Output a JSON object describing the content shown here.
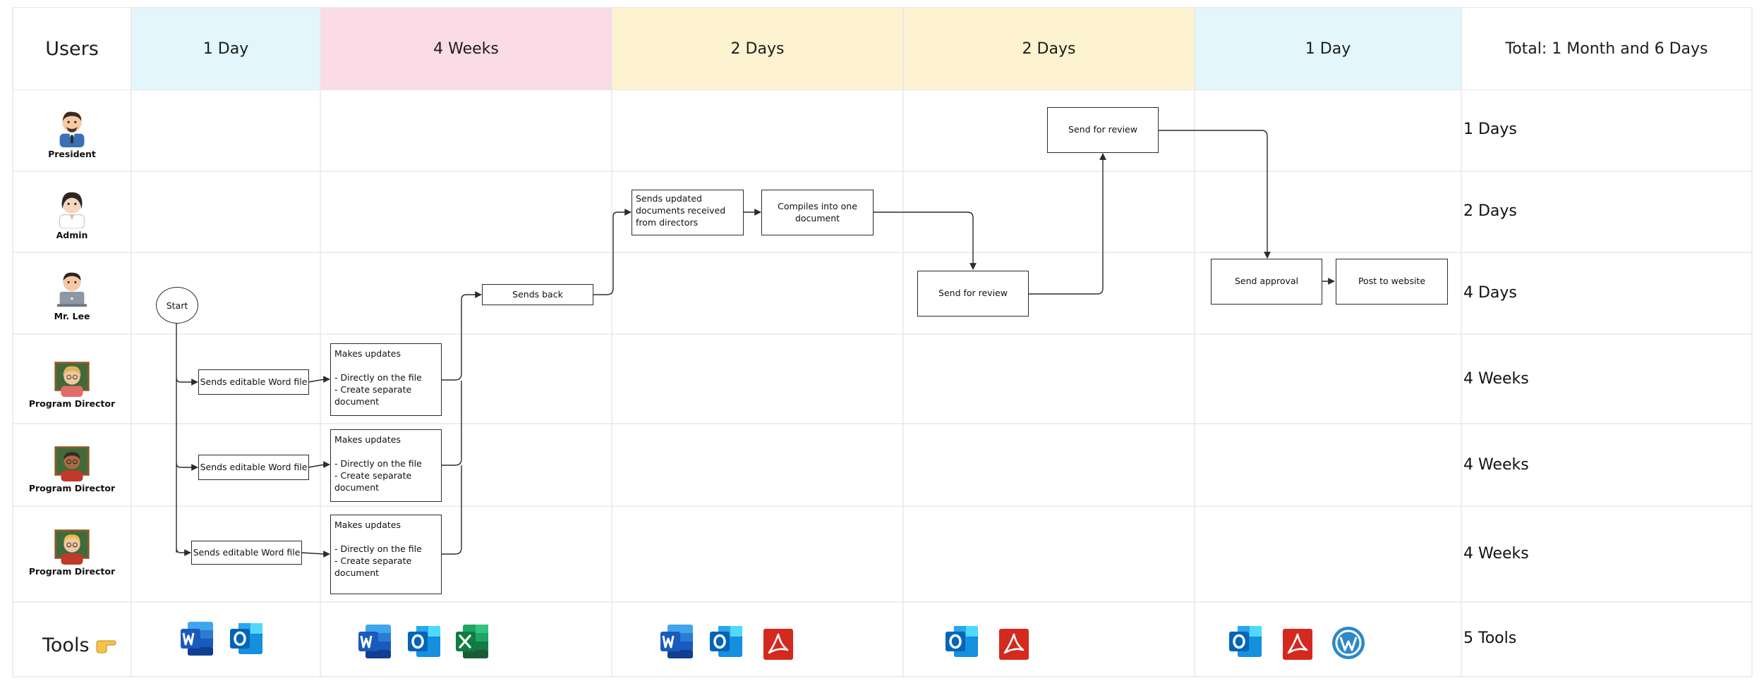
{
  "header": {
    "users": "Users",
    "phases": [
      "1 Day",
      "4 Weeks",
      "2 Days",
      "2 Days",
      "1 Day"
    ],
    "total": "Total: 1 Month and 6 Days"
  },
  "roles": [
    "President",
    "Admin",
    "Mr. Lee",
    "Program Director",
    "Program Director",
    "Program Director"
  ],
  "durations": [
    "1 Days",
    "2 Days",
    "4 Days",
    "4 Weeks",
    "4 Weeks",
    "4 Weeks",
    "5 Tools"
  ],
  "tools_label": "Tools",
  "phase_colors": [
    "#e2f6fb",
    "#fadbe6",
    "#fdf3d0",
    "#fdf3d0",
    "#e2f6fb"
  ],
  "flow": {
    "start": "Start",
    "sends_word_1": "Sends editable Word file",
    "sends_word_2": "Sends editable Word file",
    "sends_word_3": "Sends editable Word file",
    "updates_1": "Makes updates\n\n- Directly on the file\n- Create separate document",
    "updates_2": "Makes updates\n\n- Directly on the file\n- Create separate document",
    "updates_3": "Makes updates\n\n- Directly on the file\n- Create separate document",
    "sends_back": "Sends back",
    "sends_updated": "Sends updated documents received from directors",
    "compiles": "Compiles into one document",
    "review_lee": "Send for review",
    "review_president": "Send for review",
    "send_approval": "Send approval",
    "post_website": "Post to website"
  },
  "tools": [
    [
      "word-icon",
      "outlook-icon"
    ],
    [
      "word-icon",
      "outlook-icon",
      "excel-icon"
    ],
    [
      "word-icon",
      "outlook-icon",
      "pdf-icon"
    ],
    [
      "outlook-icon",
      "pdf-icon"
    ],
    [
      "outlook-icon",
      "pdf-icon",
      "wordpress-icon"
    ]
  ]
}
